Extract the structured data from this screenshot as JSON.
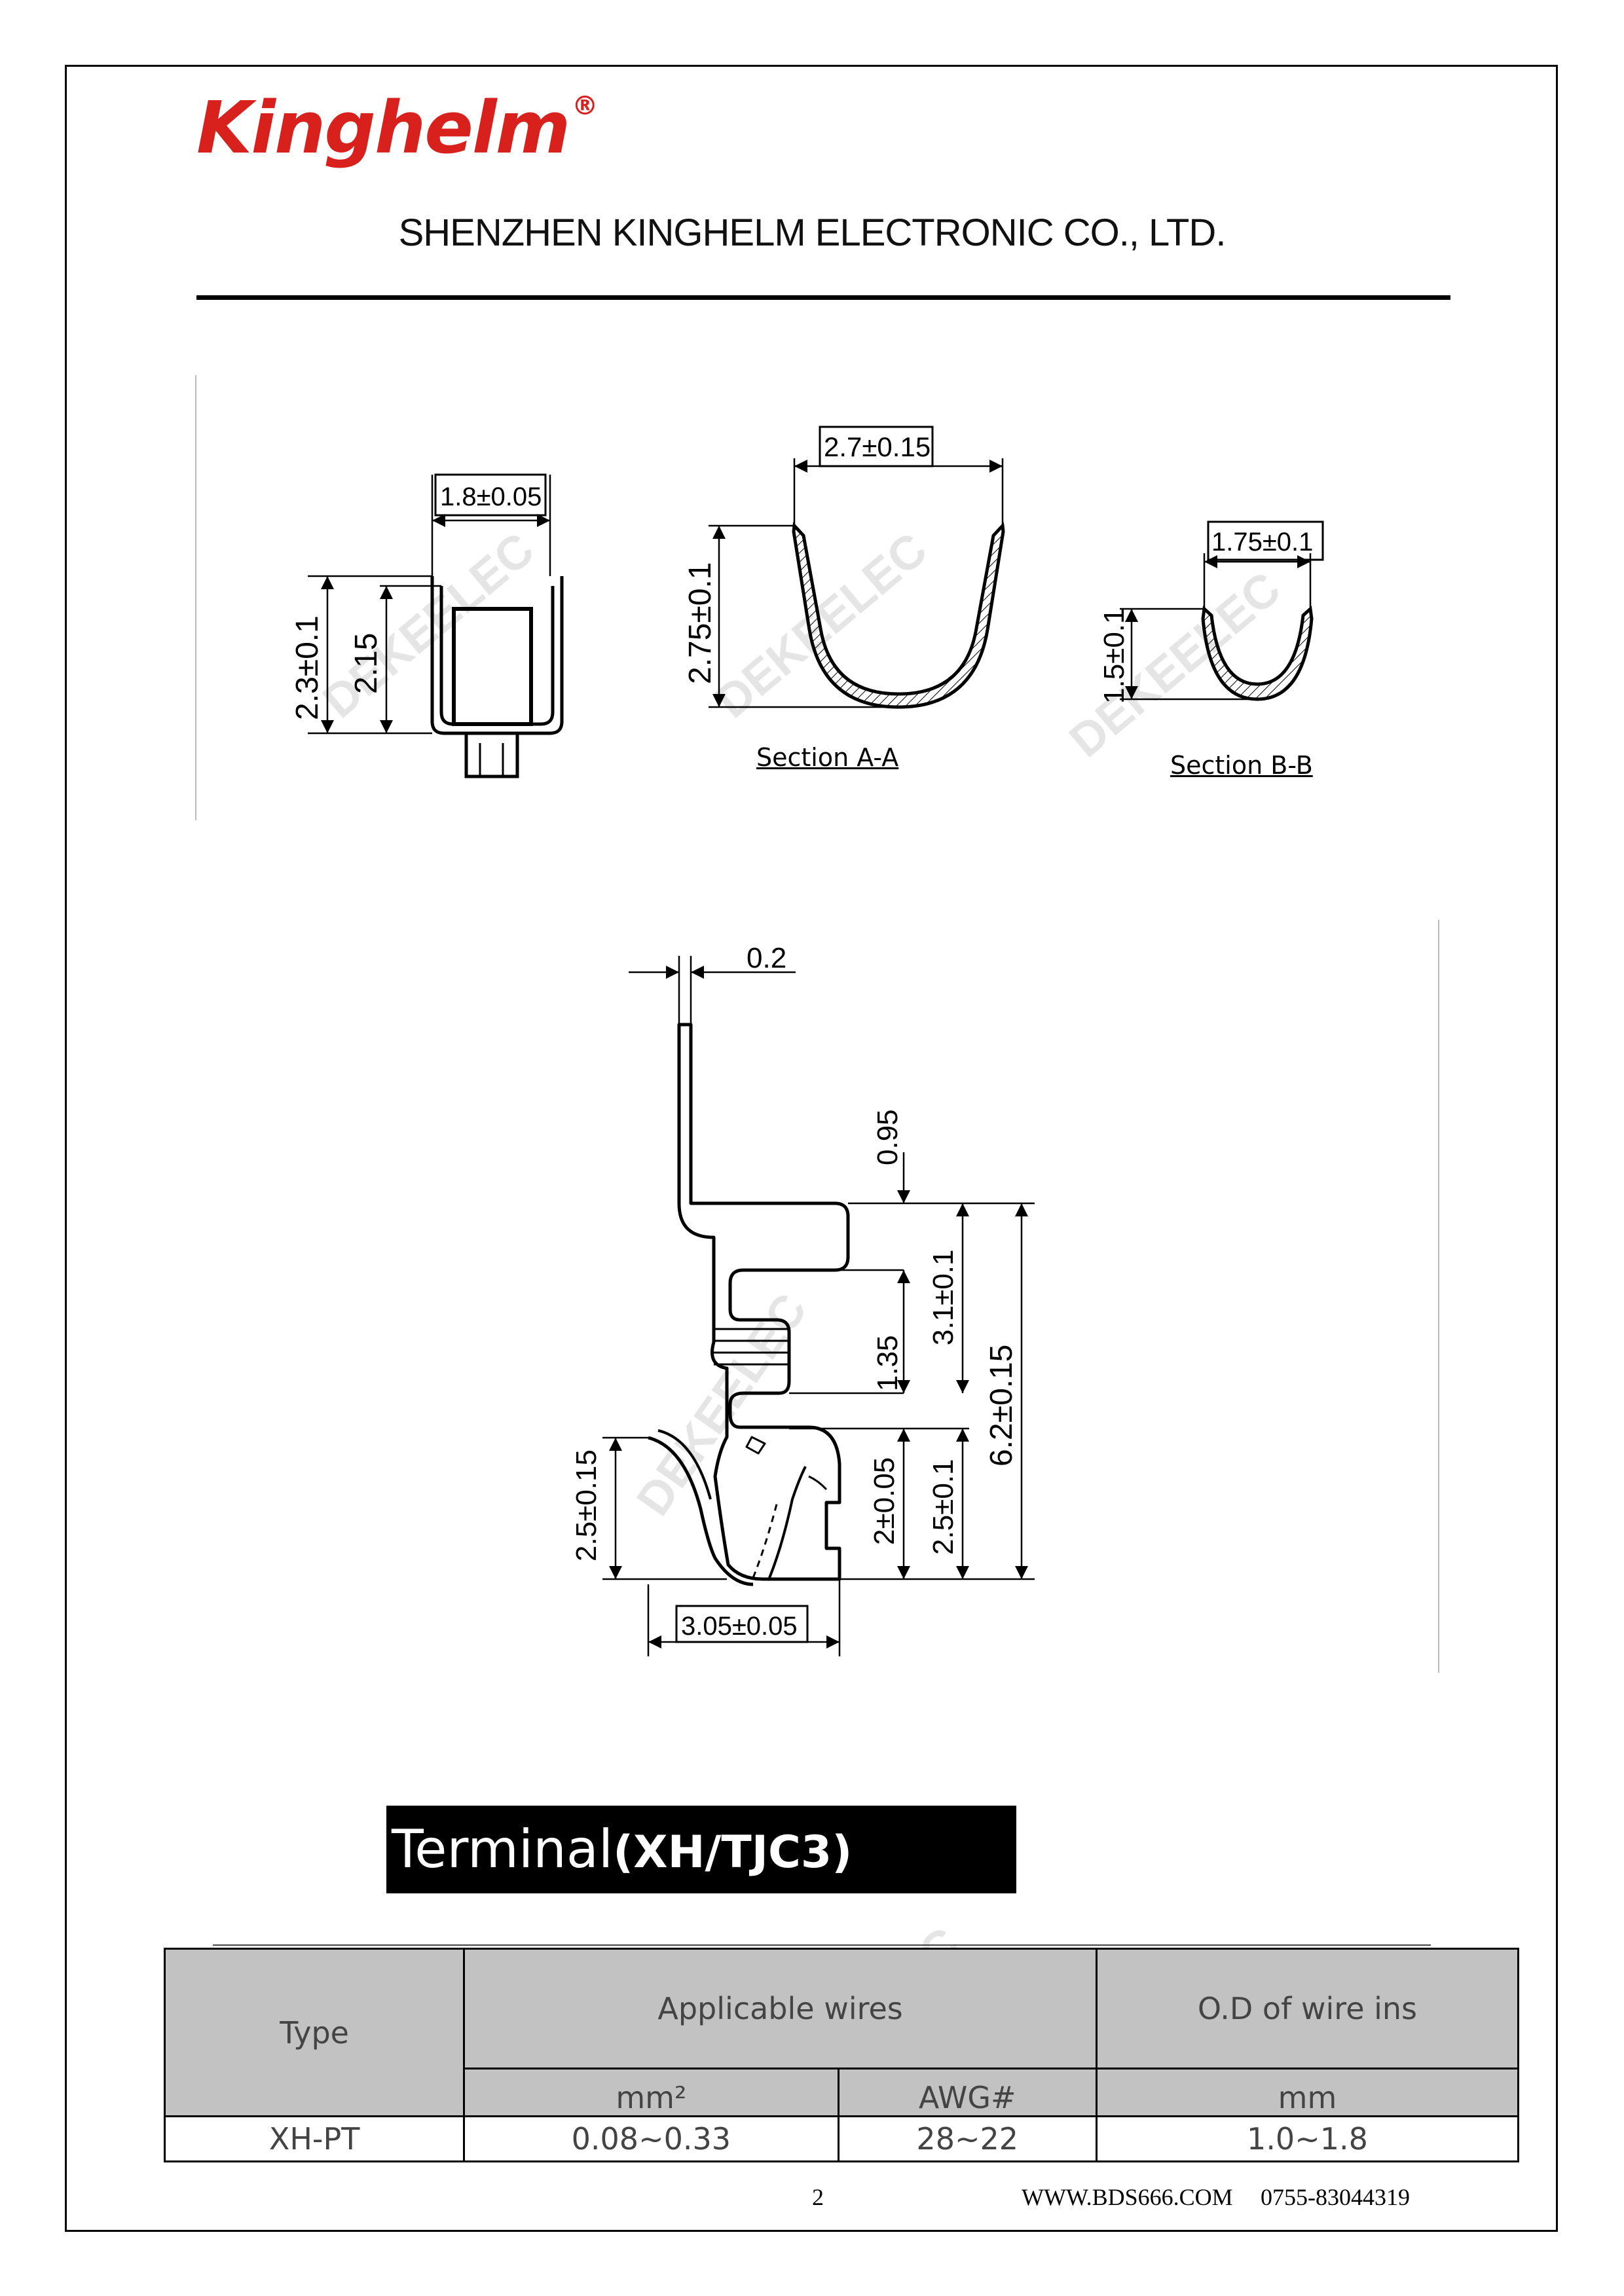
{
  "header": {
    "logo_text": "Kinghelm",
    "logo_mark": "®",
    "company_name": "SHENZHEN KINGHELM ELECTRONIC CO., LTD."
  },
  "drawing": {
    "top_left_dims": {
      "width": "1.8±0.05",
      "height_outer": "2.3±0.1",
      "height_inner": "2.15"
    },
    "section_a": {
      "width": "2.7±0.15",
      "height": "2.75±0.1",
      "label": "Section A-A"
    },
    "section_b": {
      "width": "1.75±0.1",
      "height": "1.5±0.1",
      "label": "Section B-B"
    },
    "side_view_dims": {
      "thickness": "0.2",
      "tab": "0.95",
      "span_upper": "3.1±0.1",
      "overall": "6.2±0.15",
      "gap": "1.35",
      "contact_inner": "2±0.05",
      "contact_outer": "2.5±0.1",
      "left_height": "2.5±0.15",
      "bottom_width": "3.05±0.05"
    }
  },
  "banner": {
    "prefix": "Terminal",
    "suffix": "(XH/TJC3)"
  },
  "table": {
    "col_type": "Type",
    "col_wires": "Applicable wires",
    "col_od": "O.D of wire ins",
    "unit_mm2": "mm²",
    "unit_awg": "AWG#",
    "unit_mm": "mm",
    "rows": [
      {
        "type": "XH-PT",
        "mm2": "0.08~0.33",
        "awg": "28~22",
        "od": "1.0~1.8"
      }
    ]
  },
  "footer": {
    "page_number": "2",
    "website": "WWW.BDS666.COM",
    "phone": "0755-83044319"
  }
}
